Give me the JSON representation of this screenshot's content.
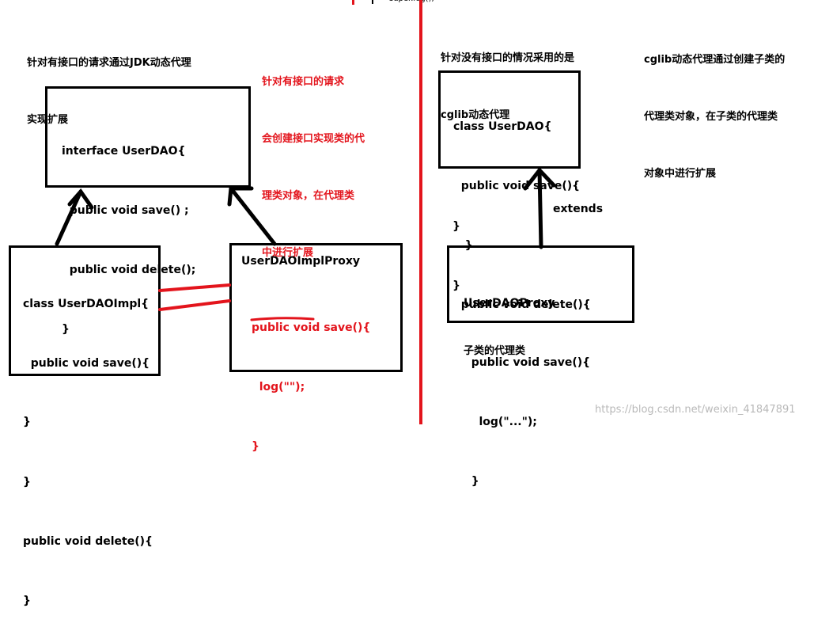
{
  "top_snippet": "super.log();",
  "left_caption": [
    "针对有接口的请求通过JDK动态代理",
    "实现扩展"
  ],
  "red_caption": [
    "针对有接口的请求",
    "会创建接口实现类的代",
    "理类对象，在代理类",
    "中进行扩展"
  ],
  "interface_box": [
    "interface UserDAO{",
    "  public void save() ;",
    "  public void delete();",
    "}"
  ],
  "impl_box": [
    "class UserDAOImpl{",
    "  public void save(){",
    "",
    "}",
    "public void delete(){",
    "}"
  ],
  "proxy_title": "UserDAOImplProxy",
  "proxy_red_lines": [
    "public void save(){",
    "  log(\"\");",
    "}"
  ],
  "stray_brace": "}",
  "middle_caption": [
    "针对没有接口的情况采用的是",
    "cglib动态代理"
  ],
  "right_caption": [
    "cglib动态代理通过创建子类的",
    "代理类对象，在子类的代理类",
    "对象中进行扩展"
  ],
  "userdao_box": [
    "class UserDAO{",
    "  public void save(){",
    "   }",
    "  public void delete(){"
  ],
  "userdao_outside": [
    "}",
    "}"
  ],
  "extends_label": "extends",
  "cglib_proxy_box": [
    "UserDAOProxy",
    "  public void save(){",
    "    log(\"...\");",
    "  }"
  ],
  "subclass_label": "子类的代理类",
  "watermark": "https://blog.csdn.net/weixin_41847891",
  "colors": {
    "divider": "#e3141c",
    "annotation": "#e3141c",
    "lines": "#000000"
  }
}
